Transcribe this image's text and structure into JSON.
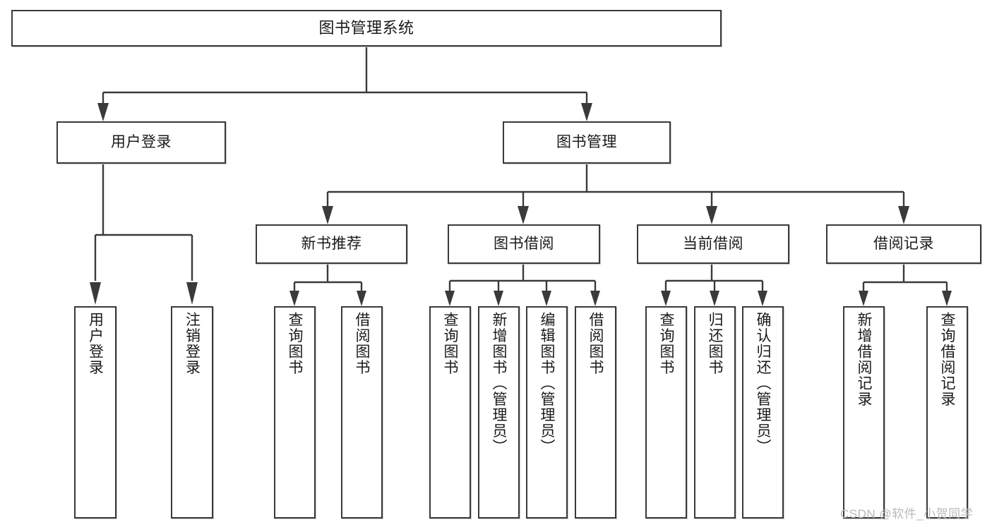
{
  "diagram": {
    "type": "tree-hierarchy-chart",
    "title": "图书管理系统",
    "watermark": "CSDN @软件_小贺同学",
    "colors": {
      "box_border": "#3a3a3a",
      "box_fill": "#ffffff",
      "connector": "#3a3a3a",
      "text": "#1a1a1a",
      "watermark": "#b9b9b9"
    },
    "nodes": {
      "root": {
        "label": "图书管理系统"
      },
      "level1": [
        {
          "id": "user-login",
          "label": "用户登录"
        },
        {
          "id": "book-management",
          "label": "图书管理"
        }
      ],
      "level2": [
        {
          "id": "new-book-recommend",
          "label": "新书推荐"
        },
        {
          "id": "book-borrow",
          "label": "图书借阅"
        },
        {
          "id": "current-borrow",
          "label": "当前借阅"
        },
        {
          "id": "borrow-record",
          "label": "借阅记录"
        }
      ],
      "leaves": {
        "user-login": [
          {
            "id": "leaf-user-login",
            "label": "用户登录"
          },
          {
            "id": "leaf-logout-login",
            "label": "注销登录"
          }
        ],
        "new-book-recommend": [
          {
            "id": "leaf-query-book-1",
            "label": "查询图书"
          },
          {
            "id": "leaf-borrow-book-1",
            "label": "借阅图书"
          }
        ],
        "book-borrow": [
          {
            "id": "leaf-query-book-2",
            "label": "查询图书"
          },
          {
            "id": "leaf-add-book-admin",
            "label": "新增图书（管理员）"
          },
          {
            "id": "leaf-edit-book-admin",
            "label": "编辑图书（管理员）"
          },
          {
            "id": "leaf-borrow-book-2",
            "label": "借阅图书"
          }
        ],
        "current-borrow": [
          {
            "id": "leaf-query-book-3",
            "label": "查询图书"
          },
          {
            "id": "leaf-return-book",
            "label": "归还图书"
          },
          {
            "id": "leaf-confirm-return-admin",
            "label": "确认归还（管理员）"
          }
        ],
        "borrow-record": [
          {
            "id": "leaf-add-borrow-record",
            "label": "新增借阅记录"
          },
          {
            "id": "leaf-query-borrow-record",
            "label": "查询借阅记录"
          }
        ]
      }
    }
  }
}
